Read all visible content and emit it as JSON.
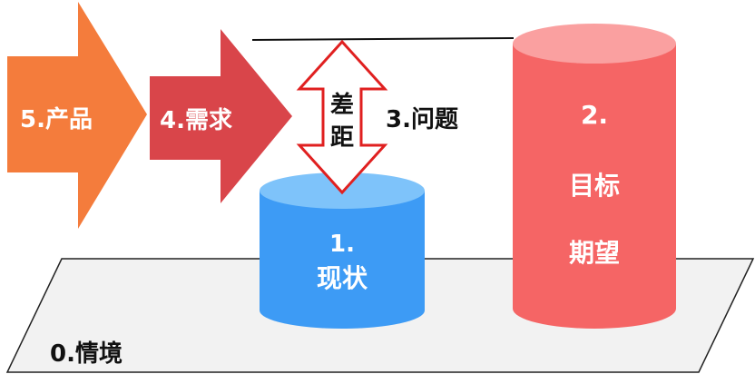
{
  "labels": {
    "product": "5.产品",
    "demand": "4.需求",
    "gap_char1": "差",
    "gap_char2": "距",
    "problem": "3.问题",
    "current_num": "1.",
    "current_text": "现状",
    "goal_num": "2.",
    "goal_line1": "目标",
    "goal_line2": "期望",
    "context": "0.情境"
  },
  "colors": {
    "product_arrow": "#F47C3C",
    "demand_arrow": "#D9454A",
    "gap_arrow_stroke": "#E02020",
    "current_cylinder_body": "#3D9BF5",
    "current_cylinder_top": "#7EC3FA",
    "goal_cylinder_body": "#F56565",
    "goal_cylinder_top": "#FAA0A0",
    "context_plane": "#F2F2F2",
    "plane_border": "#222222"
  },
  "icons": [
    "arrow-right-icon",
    "double-arrow-vertical-icon"
  ]
}
